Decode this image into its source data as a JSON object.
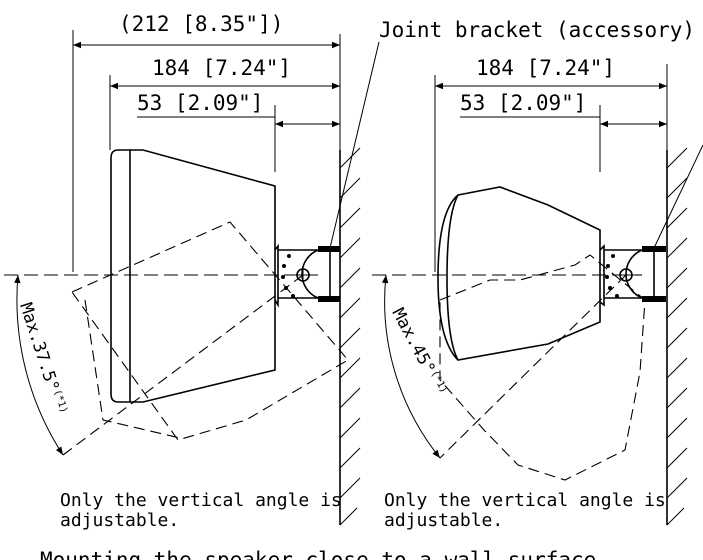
{
  "dimensions": {
    "overall": "(212 [8.35\"])",
    "depth": "184 [7.24\"]",
    "bracket_offset": "53 [2.09\"]"
  },
  "callout": "Joint bracket (accessory)",
  "left_view": {
    "angle_label": "Max.37.5°",
    "angle_ref": "(*1)",
    "note_line1": "Only the vertical angle is",
    "note_line2": "adjustable."
  },
  "right_view": {
    "angle_label": "Max.45°",
    "angle_ref": "(*1)",
    "note_line1": "Only the vertical angle is",
    "note_line2": "adjustable."
  },
  "caption": "Mounting the speaker close to a wall surface"
}
